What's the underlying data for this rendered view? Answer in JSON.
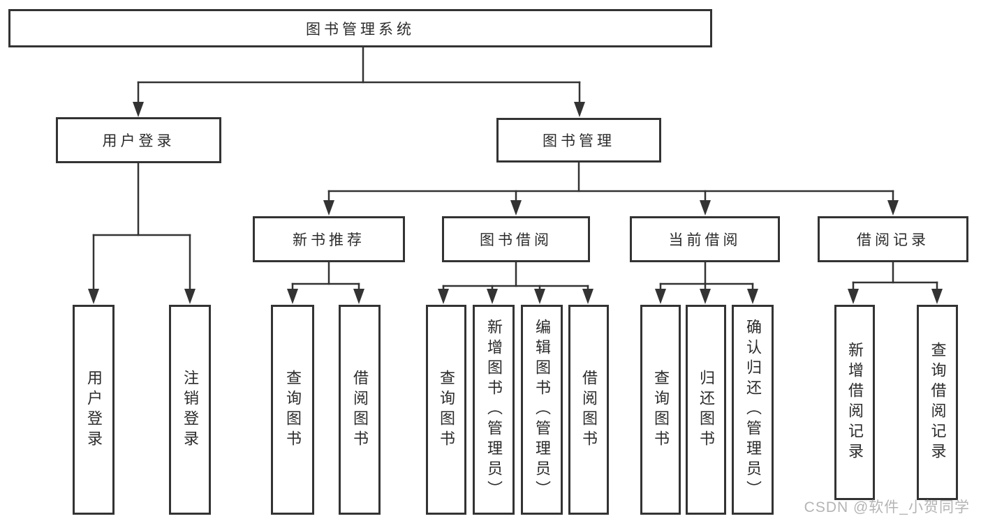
{
  "tree": {
    "root": {
      "label": "图书管理系统"
    },
    "branches": [
      {
        "label": "用户登录",
        "children": [
          {
            "label": "用户登录"
          },
          {
            "label": "注销登录"
          }
        ]
      },
      {
        "label": "图书管理",
        "children": [
          {
            "label": "新书推荐",
            "children": [
              {
                "label": "查询图书"
              },
              {
                "label": "借阅图书"
              }
            ]
          },
          {
            "label": "图书借阅",
            "children": [
              {
                "label": "查询图书"
              },
              {
                "label": "新增图书（管理员）"
              },
              {
                "label": "编辑图书（管理员）"
              },
              {
                "label": "借阅图书"
              }
            ]
          },
          {
            "label": "当前借阅",
            "children": [
              {
                "label": "查询图书"
              },
              {
                "label": "归还图书"
              },
              {
                "label": "确认归还（管理员）"
              }
            ]
          },
          {
            "label": "借阅记录",
            "children": [
              {
                "label": "新增借阅记录"
              },
              {
                "label": "查询借阅记录"
              }
            ]
          }
        ]
      }
    ]
  },
  "watermark": {
    "text": "CSDN @软件_小贺同学"
  },
  "colors": {
    "line": "#333333",
    "text": "#2b2b2b",
    "background": "#ffffff",
    "watermark": "#a8a8a8"
  }
}
